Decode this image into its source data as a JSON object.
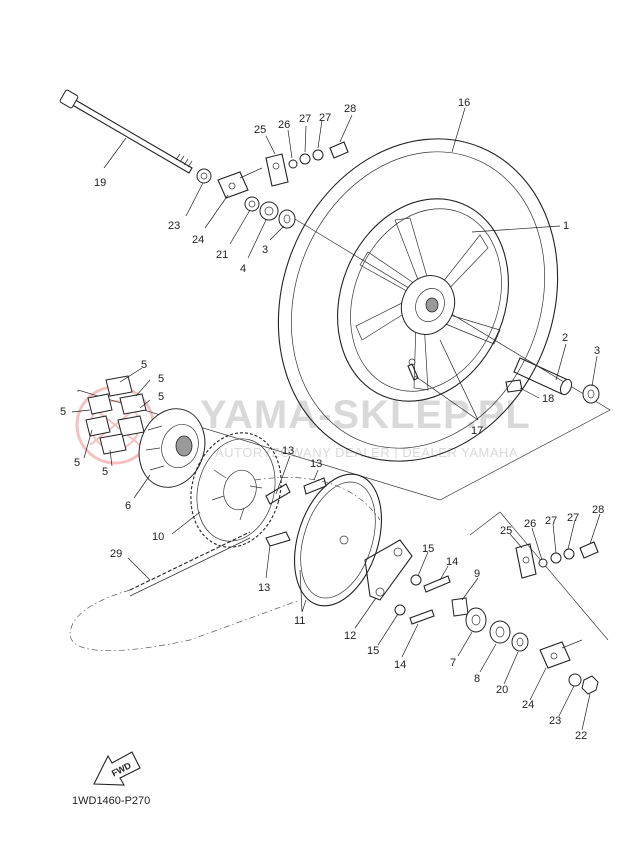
{
  "diagram_code": "1WD1460-P270",
  "watermark": {
    "brand": "YAMA-SKLEP.PL",
    "subtitle": "AUTORYZOWANY DEALER | DEALER YAMAHA",
    "color": "#d9d9d9"
  },
  "fwd_label": "FWD",
  "callouts": [
    {
      "id": "c19",
      "text": "19"
    },
    {
      "id": "c23a",
      "text": "23"
    },
    {
      "id": "c24a",
      "text": "24"
    },
    {
      "id": "c21",
      "text": "21"
    },
    {
      "id": "c4",
      "text": "4"
    },
    {
      "id": "c3a",
      "text": "3"
    },
    {
      "id": "c25a",
      "text": "25"
    },
    {
      "id": "c26a",
      "text": "26"
    },
    {
      "id": "c27a",
      "text": "27"
    },
    {
      "id": "c28a",
      "text": "28"
    },
    {
      "id": "c16",
      "text": "16"
    },
    {
      "id": "c1",
      "text": "1"
    },
    {
      "id": "c2",
      "text": "2"
    },
    {
      "id": "c3b",
      "text": "3"
    },
    {
      "id": "c18",
      "text": "18"
    },
    {
      "id": "c17",
      "text": "17"
    },
    {
      "id": "c5a",
      "text": "5"
    },
    {
      "id": "c5b",
      "text": "5"
    },
    {
      "id": "c5c",
      "text": "5"
    },
    {
      "id": "c5d",
      "text": "5"
    },
    {
      "id": "c5e",
      "text": "5"
    },
    {
      "id": "c5f",
      "text": "5"
    },
    {
      "id": "c6",
      "text": "6"
    },
    {
      "id": "c10",
      "text": "10"
    },
    {
      "id": "c13a",
      "text": "13"
    },
    {
      "id": "c13b",
      "text": "13"
    },
    {
      "id": "c13c",
      "text": "13"
    },
    {
      "id": "c29",
      "text": "29"
    },
    {
      "id": "c11",
      "text": "11"
    },
    {
      "id": "c12",
      "text": "12"
    },
    {
      "id": "c15a",
      "text": "15"
    },
    {
      "id": "c14a",
      "text": "14"
    },
    {
      "id": "c15b",
      "text": "15"
    },
    {
      "id": "c14b",
      "text": "14"
    },
    {
      "id": "c9",
      "text": "9"
    },
    {
      "id": "c7",
      "text": "7"
    },
    {
      "id": "c8",
      "text": "8"
    },
    {
      "id": "c20",
      "text": "20"
    },
    {
      "id": "c25b",
      "text": "25"
    },
    {
      "id": "c26b",
      "text": "26"
    },
    {
      "id": "c27b",
      "text": "27"
    },
    {
      "id": "c28b",
      "text": "28"
    },
    {
      "id": "c24b",
      "text": "24"
    },
    {
      "id": "c23b",
      "text": "23"
    },
    {
      "id": "c22",
      "text": "22"
    }
  ]
}
